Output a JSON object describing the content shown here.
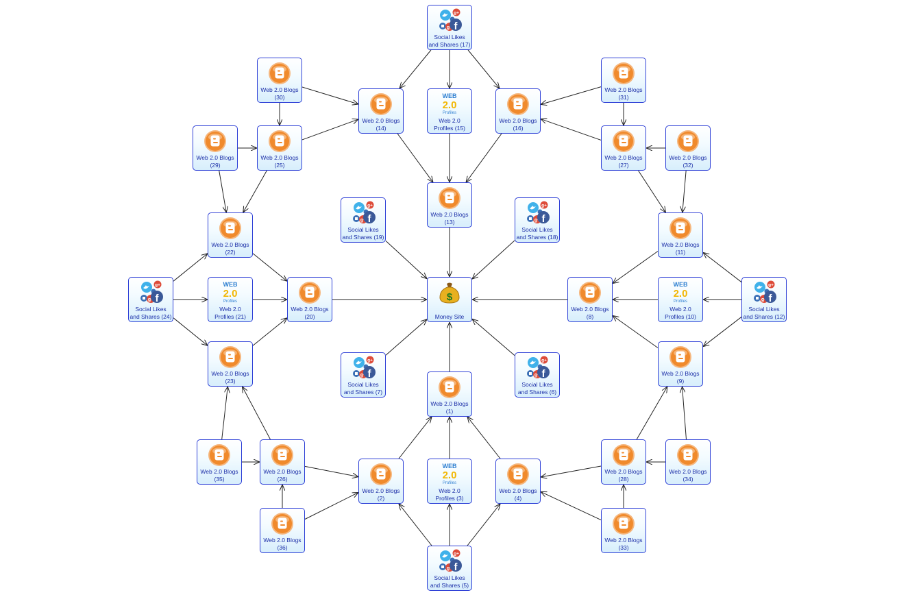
{
  "colors": {
    "edge": "#222222",
    "border": "#2d3fd6",
    "label": "#1c2fa8",
    "blog": "#f07a1c"
  },
  "nodes": [
    {
      "id": "17",
      "type": "social",
      "label": "Social Likes\nand Shares (17)"
    },
    {
      "id": "30",
      "type": "blog",
      "label": "Web 2.0 Blogs\n(30)"
    },
    {
      "id": "31",
      "type": "blog",
      "label": "Web 2.0 Blogs\n(31)"
    },
    {
      "id": "14",
      "type": "blog",
      "label": "Web 2.0 Blogs\n(14)"
    },
    {
      "id": "15",
      "type": "web20",
      "label": "Web 2.0\nProfiles (15)"
    },
    {
      "id": "16",
      "type": "blog",
      "label": "Web 2.0 Blogs\n(16)"
    },
    {
      "id": "29",
      "type": "blog",
      "label": "Web 2.0 Blogs\n(29)"
    },
    {
      "id": "25",
      "type": "blog",
      "label": "Web 2.0 Blogs\n(25)"
    },
    {
      "id": "27",
      "type": "blog",
      "label": "Web 2.0 Blogs\n(27)"
    },
    {
      "id": "32",
      "type": "blog",
      "label": "Web 2.0 Blogs\n(32)"
    },
    {
      "id": "13",
      "type": "blog",
      "label": "Web 2.0 Blogs\n(13)"
    },
    {
      "id": "19",
      "type": "social",
      "label": "Social Likes\nand Shares (19)"
    },
    {
      "id": "18",
      "type": "social",
      "label": "Social Likes\nand Shares (18)"
    },
    {
      "id": "22",
      "type": "blog",
      "label": "Web 2.0 Blogs\n(22)"
    },
    {
      "id": "11",
      "type": "blog",
      "label": "Web 2.0 Blogs\n(11)"
    },
    {
      "id": "24",
      "type": "social",
      "label": "Social Likes\nand Shares (24)"
    },
    {
      "id": "21",
      "type": "web20",
      "label": "Web 2.0\nProfiles (21)"
    },
    {
      "id": "20",
      "type": "blog",
      "label": "Web 2.0 Blogs\n(20)"
    },
    {
      "id": "money",
      "type": "money",
      "label": "Money Site"
    },
    {
      "id": "8",
      "type": "blog",
      "label": "Web 2.0 Blogs\n(8)"
    },
    {
      "id": "10",
      "type": "web20",
      "label": "Web 2.0\nProfiles (10)"
    },
    {
      "id": "12",
      "type": "social",
      "label": "Social Likes\nand Shares (12)"
    },
    {
      "id": "23",
      "type": "blog",
      "label": "Web 2.0 Blogs\n(23)"
    },
    {
      "id": "7",
      "type": "social",
      "label": "Social Likes\nand Shares (7)"
    },
    {
      "id": "6",
      "type": "social",
      "label": "Social Likes\nand Shares (6)"
    },
    {
      "id": "9",
      "type": "blog",
      "label": "Web 2.0 Blogs\n(9)"
    },
    {
      "id": "1",
      "type": "blog",
      "label": "Web 2.0 Blogs\n(1)"
    },
    {
      "id": "35",
      "type": "blog",
      "label": "Web 2.0 Blogs\n(35)"
    },
    {
      "id": "26",
      "type": "blog",
      "label": "Web 2.0 Blogs\n(26)"
    },
    {
      "id": "28",
      "type": "blog",
      "label": "Web 2.0 Blogs\n(28)"
    },
    {
      "id": "34",
      "type": "blog",
      "label": "Web 2.0 Blogs\n(34)"
    },
    {
      "id": "2",
      "type": "blog",
      "label": "Web 2.0 Blogs\n(2)"
    },
    {
      "id": "3",
      "type": "web20",
      "label": "Web 2.0\nProfiles (3)"
    },
    {
      "id": "4",
      "type": "blog",
      "label": "Web 2.0 Blogs\n(4)"
    },
    {
      "id": "36",
      "type": "blog",
      "label": "Web 2.0 Blogs\n(36)"
    },
    {
      "id": "33",
      "type": "blog",
      "label": "Web 2.0 Blogs\n(33)"
    },
    {
      "id": "5",
      "type": "social",
      "label": "Social Likes\nand Shares (5)"
    }
  ],
  "edges": [
    [
      "17",
      "14"
    ],
    [
      "17",
      "15"
    ],
    [
      "17",
      "16"
    ],
    [
      "30",
      "14"
    ],
    [
      "30",
      "25"
    ],
    [
      "25",
      "14"
    ],
    [
      "29",
      "25"
    ],
    [
      "29",
      "22"
    ],
    [
      "25",
      "22"
    ],
    [
      "31",
      "16"
    ],
    [
      "31",
      "27"
    ],
    [
      "27",
      "16"
    ],
    [
      "32",
      "27"
    ],
    [
      "32",
      "11"
    ],
    [
      "27",
      "11"
    ],
    [
      "14",
      "13"
    ],
    [
      "15",
      "13"
    ],
    [
      "16",
      "13"
    ],
    [
      "13",
      "money"
    ],
    [
      "19",
      "money"
    ],
    [
      "18",
      "money"
    ],
    [
      "24",
      "22"
    ],
    [
      "24",
      "21"
    ],
    [
      "24",
      "23"
    ],
    [
      "21",
      "20"
    ],
    [
      "22",
      "20"
    ],
    [
      "23",
      "20"
    ],
    [
      "20",
      "money"
    ],
    [
      "12",
      "11"
    ],
    [
      "12",
      "10"
    ],
    [
      "12",
      "9"
    ],
    [
      "10",
      "8"
    ],
    [
      "11",
      "8"
    ],
    [
      "9",
      "8"
    ],
    [
      "8",
      "money"
    ],
    [
      "7",
      "money"
    ],
    [
      "6",
      "money"
    ],
    [
      "1",
      "money"
    ],
    [
      "2",
      "1"
    ],
    [
      "3",
      "1"
    ],
    [
      "4",
      "1"
    ],
    [
      "5",
      "2"
    ],
    [
      "5",
      "3"
    ],
    [
      "5",
      "4"
    ],
    [
      "35",
      "23"
    ],
    [
      "35",
      "26"
    ],
    [
      "26",
      "23"
    ],
    [
      "26",
      "2"
    ],
    [
      "36",
      "26"
    ],
    [
      "36",
      "2"
    ],
    [
      "34",
      "9"
    ],
    [
      "34",
      "28"
    ],
    [
      "28",
      "9"
    ],
    [
      "28",
      "4"
    ],
    [
      "33",
      "28"
    ],
    [
      "33",
      "4"
    ]
  ]
}
